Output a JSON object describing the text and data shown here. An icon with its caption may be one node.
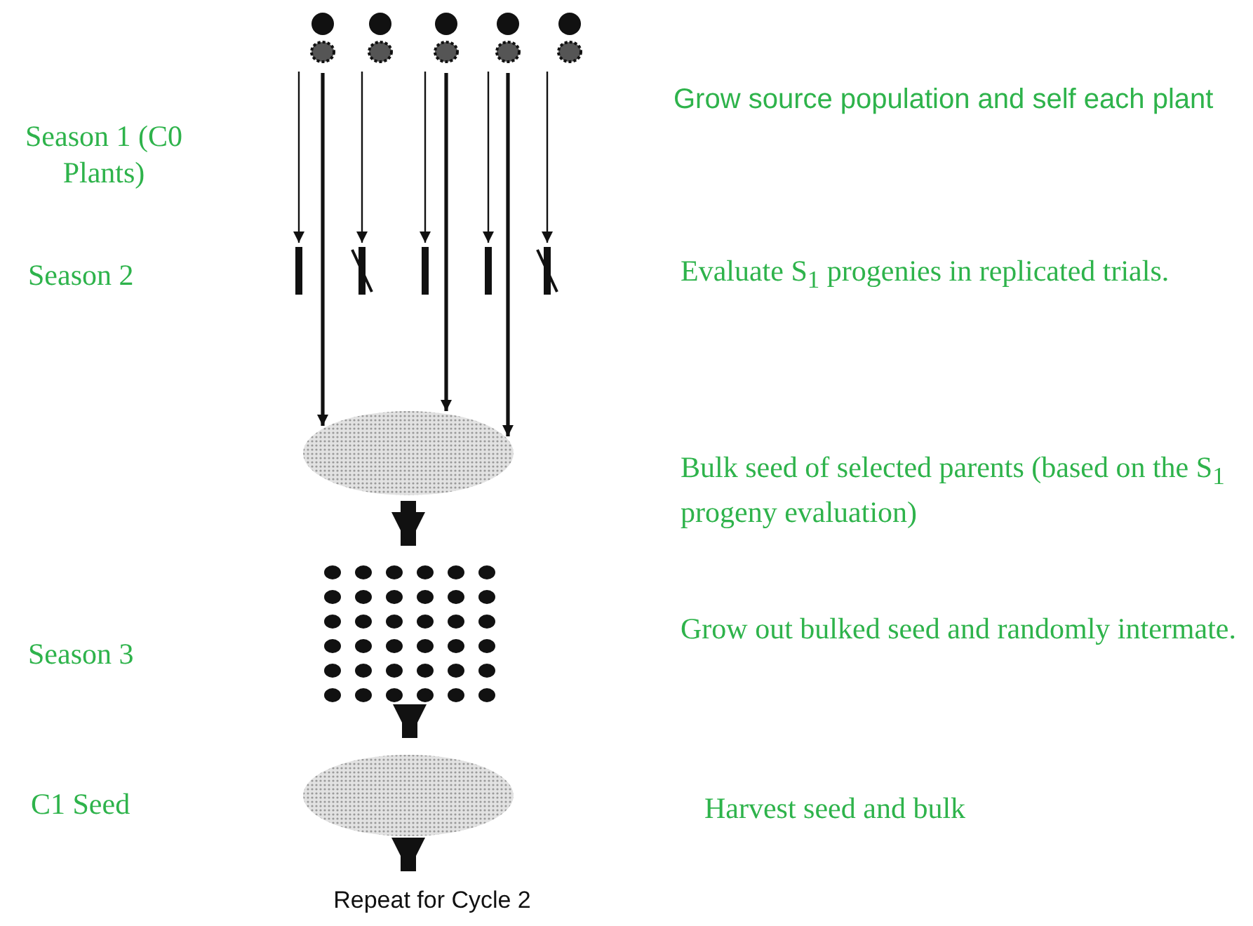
{
  "diagram": {
    "nodes": [
      {
        "text": [],
        "shape": "circle"
      },
      {
        "text": [],
        "shape": "circle"
      },
      {
        "text": [],
        "shape": "circle"
      },
      {
        "text": [],
        "shape": "circle"
      },
      {
        "text": [],
        "shape": "circle"
      },
      {
        "text": [],
        "shape": "bar"
      },
      {
        "text": [],
        "shape": "cross"
      },
      {
        "text": [],
        "shape": "bar"
      },
      {
        "text": [],
        "shape": "bar"
      },
      {
        "text": [],
        "shape": "cross"
      },
      {
        "text": [],
        "shape": "ellipse"
      },
      {
        "text": [],
        "shape": "dots"
      },
      {
        "text": [],
        "shape": "ellipse"
      },
      {
        "text": [
          "Repeat for Cycle 2"
        ]
      }
    ],
    "edges": [
      {
        "from": 0,
        "to": 5,
        "arrow": "to"
      },
      {
        "from": 1,
        "to": 6,
        "arrow": "to"
      },
      {
        "from": 2,
        "to": 7,
        "arrow": "to"
      },
      {
        "from": 3,
        "to": 8,
        "arrow": "to"
      },
      {
        "from": 4,
        "to": 9,
        "arrow": "to"
      },
      {
        "from": 0,
        "to": 10,
        "arrow": "to"
      },
      {
        "from": 2,
        "to": 10,
        "arrow": "to"
      },
      {
        "from": 3,
        "to": 10,
        "arrow": "to"
      },
      {
        "from": 10,
        "to": 11,
        "arrow": "to",
        "style": "thick"
      },
      {
        "from": 11,
        "to": 12,
        "arrow": "to",
        "style": "thick"
      },
      {
        "from": 12,
        "to": 13,
        "arrow": "to",
        "style": "thick"
      }
    ],
    "labels": [
      "Season 1 (C0 Plants)",
      "Grow source population and self each plant",
      "Season 2",
      "Evaluate S$_{1}$ progenies in replicated trials.",
      "Bulk seed of selected parents (based on the S$_{1}$ progeny evaluation)",
      "Season 3",
      "Grow out bulked seed and randomly intermate.",
      "C1 Seed",
      "Harvest seed and bulk"
    ]
  }
}
